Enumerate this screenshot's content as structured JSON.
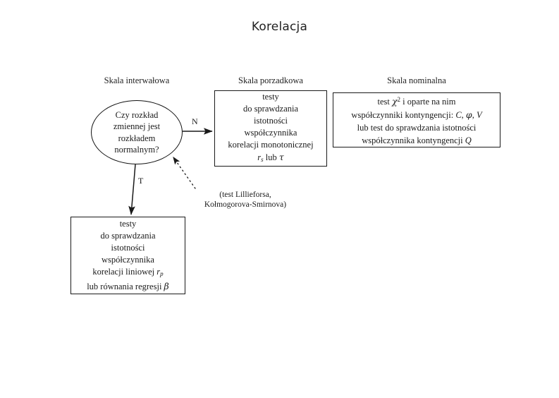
{
  "title": "Korelacja",
  "headers": {
    "interval": "Skala interwałowa",
    "ordinal": "Skala porzadkowa",
    "nominal": "Skala nominalna"
  },
  "decision_node": {
    "name": "normality-question",
    "lines": [
      "Czy rozkład",
      "zmiennej jest",
      "rozkładem",
      "normalnym?"
    ],
    "full_text": "Czy rozkład zmiennej jest rozkładem normalnym?"
  },
  "edges": {
    "no_label": "N",
    "yes_label": "T"
  },
  "annotation": {
    "lines": [
      "(test Lillieforsa,",
      "Kołmogorova-Smirnova)"
    ],
    "full_text": "(test Lillieforsa, Kołmogorova-Smirnova)"
  },
  "boxes": {
    "ordinal": {
      "lines": [
        "testy",
        "do sprawdzania",
        "istotności",
        "współczynnika",
        "korelacji monotonicznej"
      ],
      "math_line": {
        "prefix": "",
        "symbol": "r",
        "subscript": "s",
        "middle": " lub ",
        "symbol2": "τ"
      },
      "full_text": "testy do sprawdzania istotności współczynnika korelacji monotonicznej r_s lub τ"
    },
    "nominal": {
      "line1": {
        "pre": "test ",
        "chi": "χ",
        "exp": "2",
        "post": " i oparte na nim"
      },
      "line2": {
        "pre": "współczynniki kontyngencji: ",
        "sym1": "C",
        "sep1": ", ",
        "sym2": "φ",
        "sep2": ", ",
        "sym3": "V"
      },
      "line3": "lub test do sprawdzania istotności",
      "line4": {
        "pre": "współczynnika kontyngencji ",
        "sym": "Q"
      },
      "full_text": "test χ2 i oparte na nim współczynniki kontyngencji: C, φ, V lub test do sprawdzania istotności współczynnika kontyngencji Q"
    },
    "interval": {
      "lines": [
        "testy",
        "do sprawdzania",
        "istotności",
        "współczynnika"
      ],
      "math_line1": {
        "pre": "korelacji liniowej ",
        "symbol": "r",
        "subscript": "p"
      },
      "math_line2": {
        "pre": "lub równania regresji ",
        "symbol": "β"
      },
      "full_text": "testy do sprawdzania istotności współczynnika korelacji liniowej r_p lub równania regresji β"
    }
  },
  "colors": {
    "background": "#ffffff",
    "stroke": "#1a1a1a",
    "text": "#1a1a1a",
    "title_text": "#222222"
  }
}
